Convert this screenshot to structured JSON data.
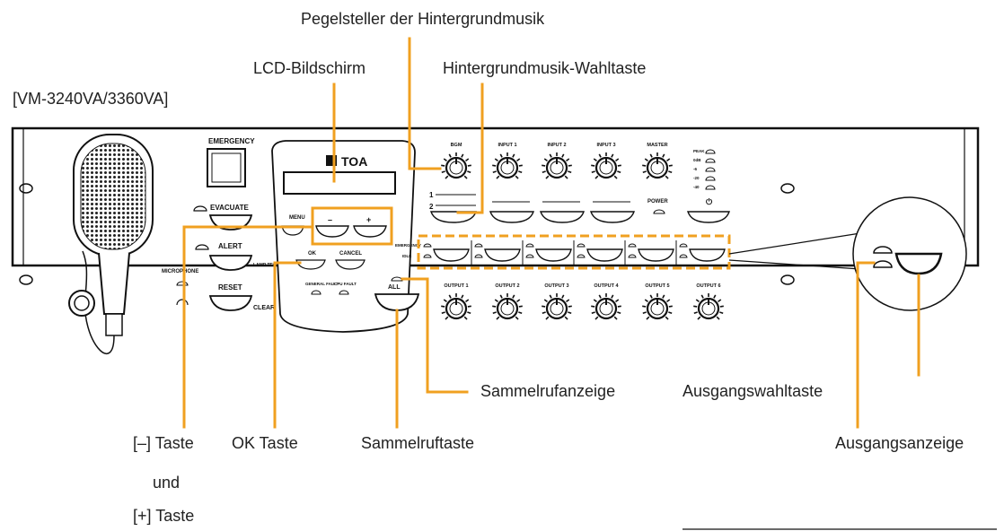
{
  "model": "[VM-3240VA/3360VA]",
  "brand": "TOA",
  "callouts": {
    "bgm_level": "Pegelsteller der Hintergrundmusik",
    "lcd": "LCD-Bildschirm",
    "bgm_select": "Hintergrundmusik-Wahltaste",
    "all_call_indicator": "Sammelrufanzeige",
    "output_select": "Ausgangswahltaste",
    "minus_key": "[–] Taste",
    "and": "und",
    "plus_key": "[+] Taste",
    "ok_key": "OK Taste",
    "all_call_key": "Sammelruftaste",
    "output_indicator": "Ausgangsanzeige"
  },
  "panel": {
    "emergency": "EMERGENCY",
    "evacuate": "EVACUATE",
    "alert": "ALERT",
    "reset": "RESET",
    "microphone": "MICROPHONE",
    "menu": "MENU",
    "minus": "–",
    "plus": "+",
    "ok": "OK",
    "cancel": "CANCEL",
    "lamp_test": "LAMP TEST",
    "clear": "CLEAR",
    "general_fault": "GENERAL FAULT",
    "cpu_fault": "CPU FAULT",
    "all": "ALL",
    "power": "POWER",
    "power_symbol": "⏻",
    "emergency_row": "EMERGENCY",
    "idle_row": "IDLE",
    "bgm_1": "1",
    "bgm_2": "2",
    "knobs_top": [
      "BGM",
      "INPUT 1",
      "INPUT 2",
      "INPUT 3",
      "MASTER"
    ],
    "outputs": [
      "OUTPUT 1",
      "OUTPUT 2",
      "OUTPUT 3",
      "OUTPUT 4",
      "OUTPUT 5",
      "OUTPUT 6"
    ],
    "peak_meter": [
      "PEAK",
      "0dB",
      "-6",
      "-20",
      "-40"
    ]
  },
  "colors": {
    "callout": "#f0a020",
    "panel_line": "#111111"
  }
}
